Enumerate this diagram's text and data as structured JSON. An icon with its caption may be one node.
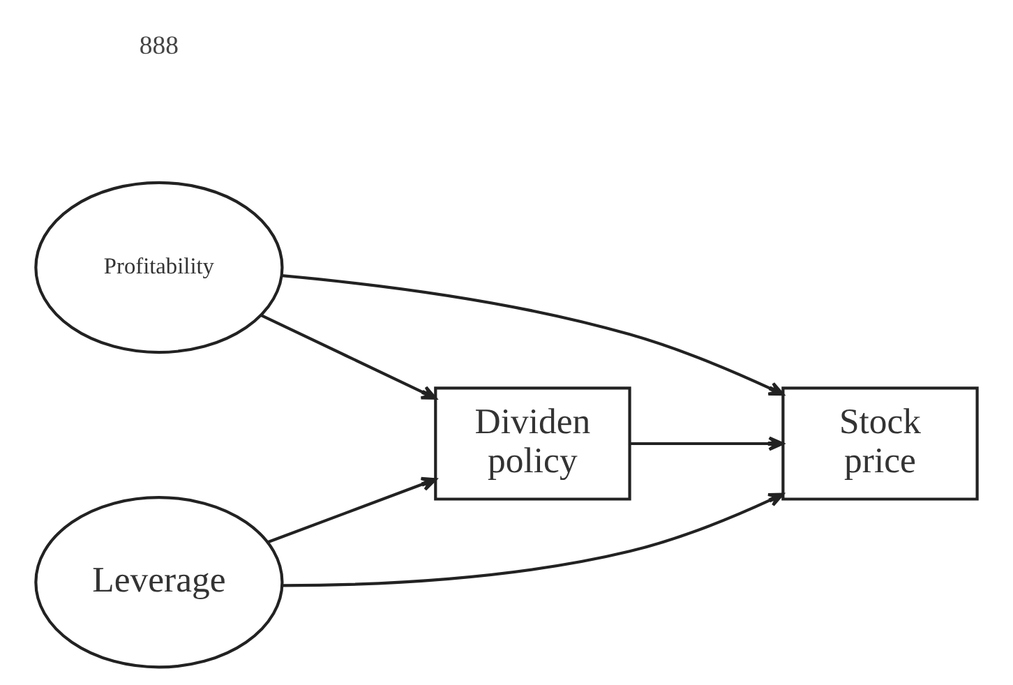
{
  "diagram": {
    "nodes": [
      {
        "text": [
          "Profitability"
        ]
      },
      {
        "text": [
          "Dividen policy"
        ]
      },
      {
        "text": [
          "Stock price"
        ]
      },
      {
        "text": [
          "Leverage"
        ]
      }
    ],
    "edges": [
      {
        "from": 0,
        "to": 2,
        "arrow": "to"
      },
      {
        "from": 0,
        "to": 1,
        "arrow": "to"
      },
      {
        "from": 1,
        "to": 2,
        "arrow": "to"
      },
      {
        "from": 3,
        "to": 1,
        "arrow": "to"
      },
      {
        "from": 3,
        "to": 2,
        "arrow": "to"
      }
    ],
    "labels": [
      "888"
    ]
  }
}
